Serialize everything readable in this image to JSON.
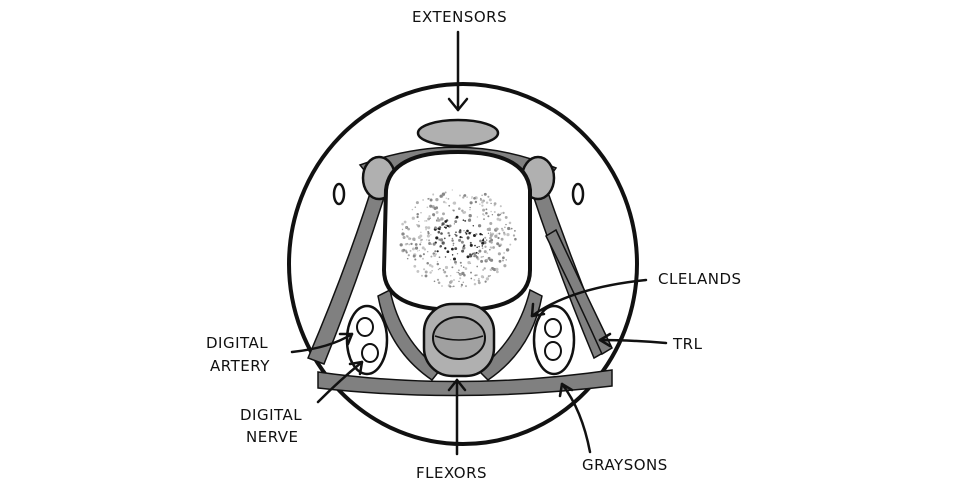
{
  "labels": {
    "extensors": "EXTENSORS",
    "clelands": "CLELANDS",
    "trl": "TRL",
    "digital_artery_line1": "DIGITAL",
    "digital_artery_line2": "ARTERY",
    "digital_nerve_line1": "DIGITAL",
    "digital_nerve_line2": "NERVE",
    "flexors": "FLEXORS",
    "graysons": "GRAYSONS"
  },
  "colors": {
    "ink": "#111111",
    "background": "#ffffff",
    "ligament_gray": "#808080",
    "tendon_gray": "#b0b0b0",
    "bone_interior": "#ffffff"
  }
}
